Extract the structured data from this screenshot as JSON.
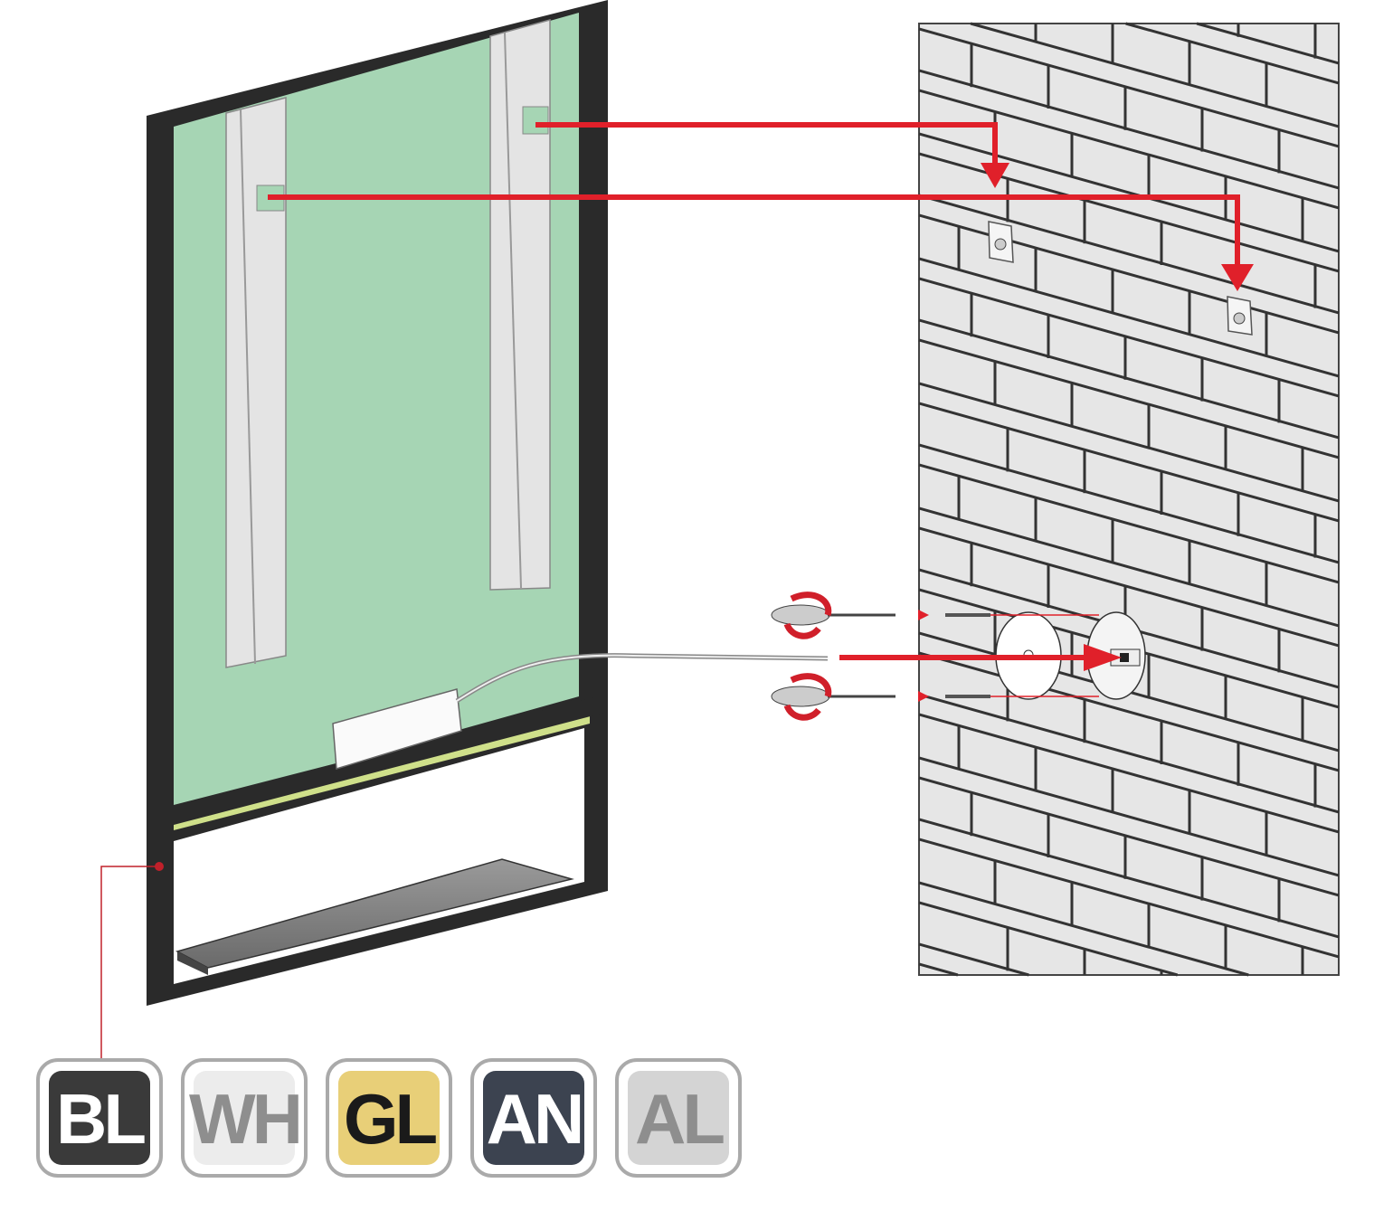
{
  "finish_badges": [
    {
      "code": "BL",
      "bg": "#3a3a3a",
      "text": "#ffffff"
    },
    {
      "code": "WH",
      "bg": "#ececec",
      "text": "#8e8e8e"
    },
    {
      "code": "GL",
      "bg": "#e8cf78",
      "text": "#1a1a1a"
    },
    {
      "code": "AN",
      "bg": "#3c4350",
      "text": "#ffffff"
    },
    {
      "code": "AL",
      "bg": "#d4d4d4",
      "text": "#8e8e8e"
    }
  ],
  "colors": {
    "frame": "#2a2a2a",
    "panel": "#a6d5b4",
    "arrow": "#e0202a",
    "wall": "#e6e6e6",
    "brick_line": "#333333"
  }
}
